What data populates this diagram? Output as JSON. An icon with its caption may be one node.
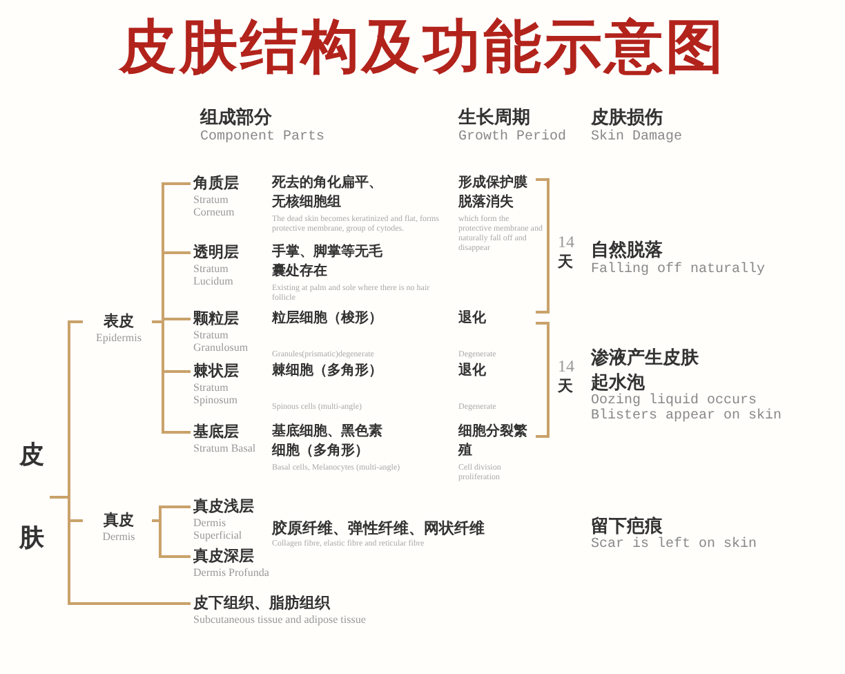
{
  "diagram": {
    "title": "皮肤结构及功能示意图",
    "nodes": [
      {
        "text": [
          "皮肤"
        ]
      },
      {
        "text": [
          "表皮",
          "Epidermis"
        ]
      },
      {
        "text": [
          "真皮",
          "Dermis"
        ]
      },
      {
        "text": [
          "皮下组织、脂肪组织",
          "Subcutaneous tissue and adipose tissue"
        ]
      },
      {
        "text": [
          "角质层",
          "Stratum Corneum"
        ],
        "beside": [
          "死去的角化扁平、无核细胞组",
          "The dead skin becomes keratinized and flat, forms protective membrane, group of cytodes.",
          "形成保护膜脱落消失",
          "which form the protective membrane and naturally fall off and disappear"
        ]
      },
      {
        "text": [
          "透明层",
          "Stratum Lucidum"
        ],
        "beside": [
          "手掌、脚掌等无毛囊处存在",
          "Existing at palm and sole where there is no hair follicle"
        ]
      },
      {
        "text": [
          "颗粒层",
          "Stratum Granulosum"
        ],
        "beside": [
          "粒层细胞（梭形）",
          "Granules(prismatic)degenerate",
          "退化",
          "Degenerate"
        ]
      },
      {
        "text": [
          "棘状层",
          "Stratum Spinosum"
        ],
        "beside": [
          "棘细胞（多角形）",
          "Spinous cells (multi-angle)",
          "退化",
          "Degenerate"
        ]
      },
      {
        "text": [
          "基底层",
          "Stratum Basal"
        ],
        "beside": [
          "基底细胞、黑色素细胞（多角形）",
          "Basal cells, Melanocytes (multi-angle)",
          "细胞分裂繁殖",
          "Cell division proliferation"
        ]
      },
      {
        "text": [
          "真皮浅层",
          "Dermis Superficial"
        ]
      },
      {
        "text": [
          "真皮深层",
          "Dermis Profunda"
        ]
      }
    ],
    "edges": [
      {
        "from": 0,
        "to": 1,
        "arrow": "none"
      },
      {
        "from": 0,
        "to": 2,
        "arrow": "none"
      },
      {
        "from": 0,
        "to": 3,
        "arrow": "none"
      },
      {
        "from": 1,
        "to": 4,
        "arrow": "none"
      },
      {
        "from": 1,
        "to": 5,
        "arrow": "none"
      },
      {
        "from": 1,
        "to": 6,
        "arrow": "none"
      },
      {
        "from": 1,
        "to": 7,
        "arrow": "none"
      },
      {
        "from": 1,
        "to": 8,
        "arrow": "none"
      },
      {
        "from": 2,
        "to": 9,
        "arrow": "none"
      },
      {
        "from": 2,
        "to": 10,
        "arrow": "none"
      }
    ],
    "labels": [
      "组成部分",
      "Component Parts",
      "生长周期",
      "Growth Period",
      "皮肤损伤",
      "Skin Damage",
      "14",
      "天",
      "自然脱落",
      "Falling off naturally",
      "14",
      "天",
      "渗液产生皮肤起水泡",
      "Oozing liquid occurs Blisters appear on skin",
      "胶原纤维、弹性纤维、网状纤维",
      "Collagen fibre, elastic fibre and reticular fibre",
      "留下疤痕",
      "Scar is left on skin"
    ]
  }
}
